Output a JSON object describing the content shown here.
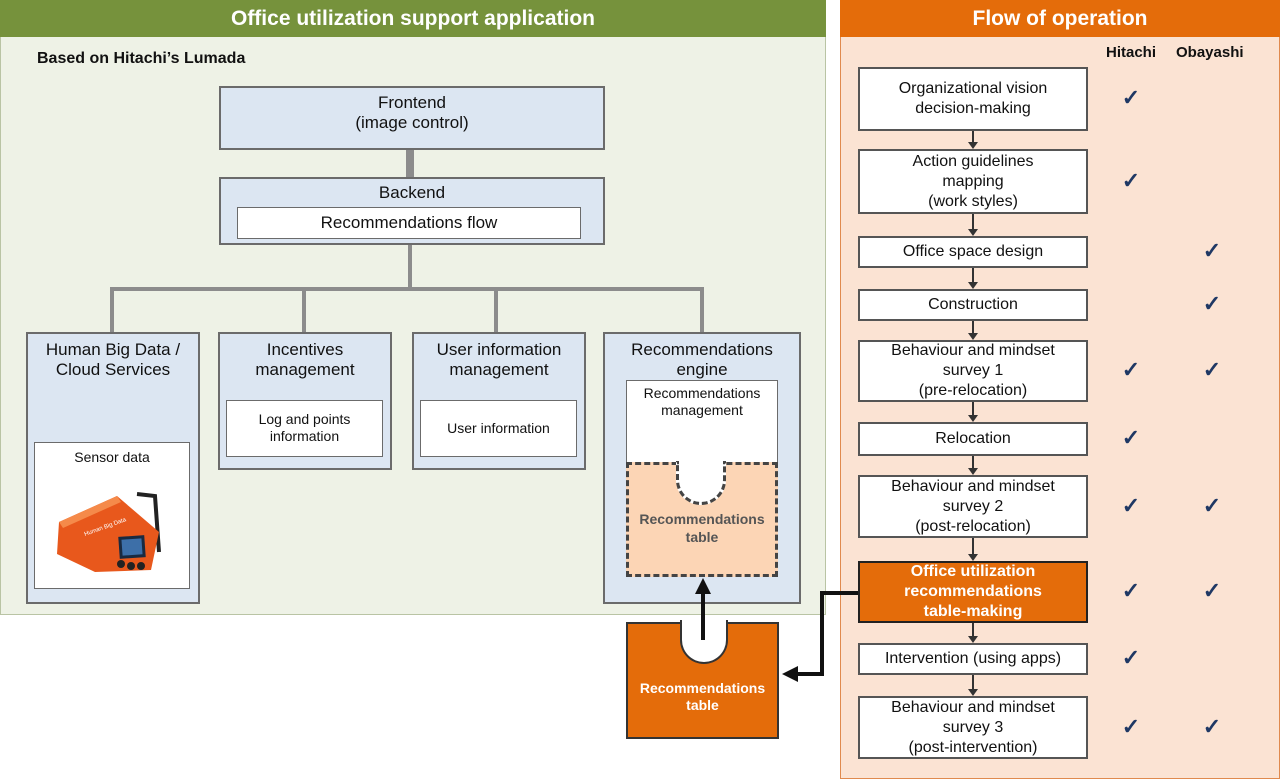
{
  "left_panel": {
    "title": "Office utilization support application",
    "subtitle": "Based on Hitachi’s Lumada",
    "frontend": {
      "line1": "Frontend",
      "line2": "(image control)"
    },
    "backend": {
      "title": "Backend",
      "inner": "Recommendations flow"
    },
    "modules": [
      {
        "title_line1": "Human  Big Data /",
        "title_line2": "Cloud Services",
        "inner": "Sensor data"
      },
      {
        "title_line1": "Incentives",
        "title_line2": "management",
        "inner_line1": "Log and points",
        "inner_line2": "information"
      },
      {
        "title_line1": "User information",
        "title_line2": "management",
        "inner": "User information"
      },
      {
        "title_line1": "Recommendations",
        "title_line2": "engine",
        "inner_line1": "Recommendations",
        "inner_line2": "management",
        "table_line1": "Recommendations",
        "table_line2": "table"
      }
    ],
    "external_table": {
      "line1": "Recommendations",
      "line2": "table"
    },
    "device_label": "Human Big Data"
  },
  "right_panel": {
    "title": "Flow of operation",
    "columns": [
      "Hitachi",
      "Obayashi"
    ],
    "steps": [
      {
        "lines": [
          "Organizational vision",
          "decision-making"
        ],
        "hitachi": true,
        "obayashi": false
      },
      {
        "lines": [
          "Action guidelines",
          "mapping",
          "(work styles)"
        ],
        "hitachi": true,
        "obayashi": false
      },
      {
        "lines": [
          "Office space design"
        ],
        "hitachi": false,
        "obayashi": true
      },
      {
        "lines": [
          "Construction"
        ],
        "hitachi": false,
        "obayashi": true
      },
      {
        "lines": [
          "Behaviour and mindset",
          "survey  1",
          "(pre-relocation)"
        ],
        "hitachi": true,
        "obayashi": true
      },
      {
        "lines": [
          "Relocation"
        ],
        "hitachi": true,
        "obayashi": false
      },
      {
        "lines": [
          "Behaviour and mindset",
          "survey  2",
          "(post-relocation)"
        ],
        "hitachi": true,
        "obayashi": true
      },
      {
        "lines": [
          "Office utilization",
          "recommendations",
          "table-making"
        ],
        "hitachi": true,
        "obayashi": true,
        "highlight": true
      },
      {
        "lines": [
          "Intervention  (using apps)"
        ],
        "hitachi": true,
        "obayashi": false
      },
      {
        "lines": [
          "Behaviour and mindset",
          "survey  3",
          "(post-intervention)"
        ],
        "hitachi": true,
        "obayashi": true
      }
    ],
    "check_glyph": "✓"
  },
  "colors": {
    "green_header": "#76923c",
    "orange_header": "#e46c0a",
    "blue_box": "#dce6f2",
    "check": "#1f3864"
  }
}
